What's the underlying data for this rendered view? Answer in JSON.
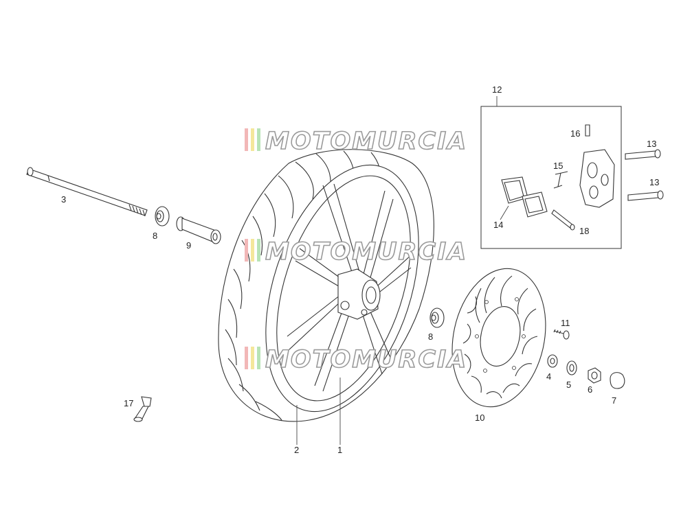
{
  "watermark": {
    "text": "MOTOMURCIA",
    "stripe_colors": [
      "#f2b7b7",
      "#f4e79b",
      "#b8e3b6"
    ]
  },
  "callouts": {
    "p1": "1",
    "p2": "2",
    "p3": "3",
    "p4": "4",
    "p5": "5",
    "p6": "6",
    "p7": "7",
    "p8a": "8",
    "p8b": "8",
    "p9": "9",
    "p10": "10",
    "p11": "11",
    "p12": "12",
    "p13a": "13",
    "p13b": "13",
    "p14": "14",
    "p15": "15",
    "p16": "16",
    "p17": "17",
    "p18": "18"
  }
}
